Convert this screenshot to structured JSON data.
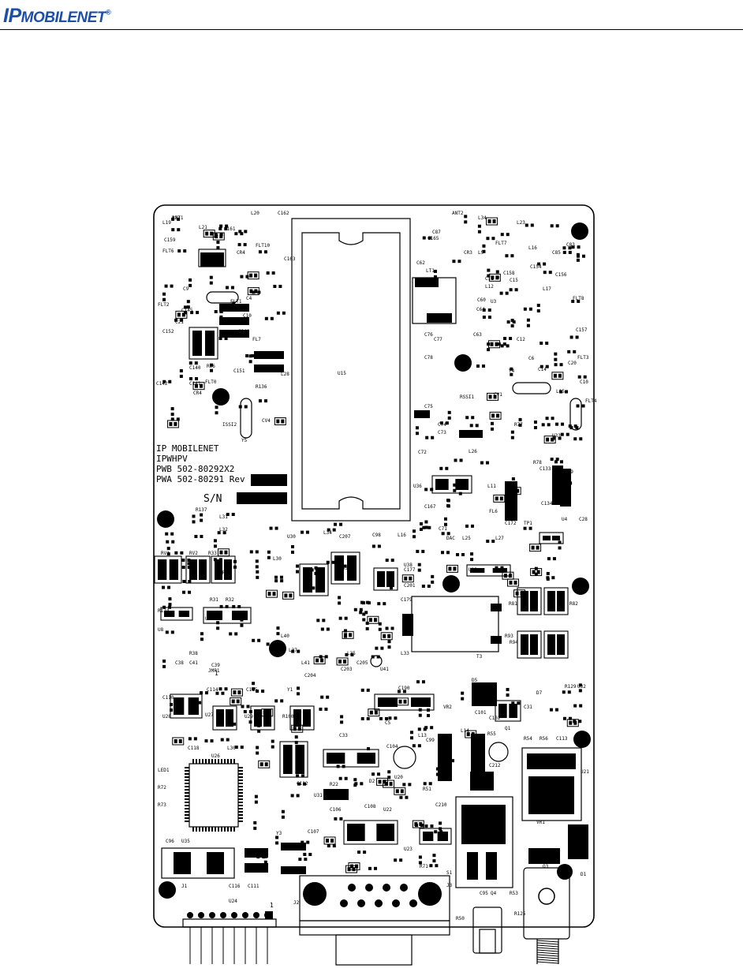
{
  "header": {
    "logo_prefix": "IP",
    "logo_text": "MOBILENET",
    "logo_trademark": "®"
  },
  "board": {
    "silkscreen": {
      "company": "IP MOBILENET",
      "model": "IPWHPV",
      "pwb": "PWB 502-80292X2",
      "pwa": "PWA 502-80291 Rev",
      "sn": "S/N"
    },
    "labels": [
      {
        "t": "ANT1"
      },
      {
        "t": "L19"
      },
      {
        "t": "L20"
      },
      {
        "t": "C162"
      },
      {
        "t": "ANT2"
      },
      {
        "t": "L34"
      },
      {
        "t": "L23"
      },
      {
        "t": "C159"
      },
      {
        "t": "L21"
      },
      {
        "t": "C161"
      },
      {
        "t": "FLT6"
      },
      {
        "t": "CR4"
      },
      {
        "t": "FLT10"
      },
      {
        "t": "C163"
      },
      {
        "t": "C87"
      },
      {
        "t": "C165"
      },
      {
        "t": "FLT7"
      },
      {
        "t": "C83"
      },
      {
        "t": "C85"
      },
      {
        "t": "L16"
      },
      {
        "t": "C154"
      },
      {
        "t": "C62"
      },
      {
        "t": "CR3"
      },
      {
        "t": "L9"
      },
      {
        "t": "FLT2"
      },
      {
        "t": "C9"
      },
      {
        "t": "C4"
      },
      {
        "t": "FLT1"
      },
      {
        "t": "C10"
      },
      {
        "t": "L1"
      },
      {
        "t": "U34"
      },
      {
        "t": "C145"
      },
      {
        "t": "C21"
      },
      {
        "t": "C152"
      },
      {
        "t": "C149"
      },
      {
        "t": "FL7"
      },
      {
        "t": "C140"
      },
      {
        "t": "R66"
      },
      {
        "t": "C141"
      },
      {
        "t": "C142"
      },
      {
        "t": "C151"
      },
      {
        "t": "R136"
      },
      {
        "t": "L28"
      },
      {
        "t": "FLT0"
      },
      {
        "t": "CR4"
      },
      {
        "t": "ISSI2"
      },
      {
        "t": "Y5"
      },
      {
        "t": "CV4"
      },
      {
        "t": "U15"
      },
      {
        "t": "LT1"
      },
      {
        "t": "C11"
      },
      {
        "t": "L12"
      },
      {
        "t": "C158"
      },
      {
        "t": "C15"
      },
      {
        "t": "C60"
      },
      {
        "t": "U3"
      },
      {
        "t": "C64"
      },
      {
        "t": "C63"
      },
      {
        "t": "C76"
      },
      {
        "t": "C77"
      },
      {
        "t": "C78"
      },
      {
        "t": "C156"
      },
      {
        "t": "FLT8"
      },
      {
        "t": "L17"
      },
      {
        "t": "C157"
      },
      {
        "t": "C12"
      },
      {
        "t": "C6"
      },
      {
        "t": "C20"
      },
      {
        "t": "FLT3"
      },
      {
        "t": "Y4"
      },
      {
        "t": "C14"
      },
      {
        "t": "C10"
      },
      {
        "t": "L15"
      },
      {
        "t": "FLT4"
      },
      {
        "t": "RSSI1"
      },
      {
        "t": "CV1"
      },
      {
        "t": "C75"
      },
      {
        "t": "C74"
      },
      {
        "t": "C73"
      },
      {
        "t": "C72"
      },
      {
        "t": "L26"
      },
      {
        "t": "R77"
      },
      {
        "t": "U33"
      },
      {
        "t": "R78"
      },
      {
        "t": "C133"
      },
      {
        "t": "FL9"
      },
      {
        "t": "U36"
      },
      {
        "t": "L11"
      },
      {
        "t": "FL6"
      },
      {
        "t": "C167"
      },
      {
        "t": "C134"
      },
      {
        "t": "R137"
      },
      {
        "t": "L31"
      },
      {
        "t": "L32"
      },
      {
        "t": "L34"
      },
      {
        "t": "C207"
      },
      {
        "t": "U30"
      },
      {
        "t": "L30"
      },
      {
        "t": "L16"
      },
      {
        "t": "C98"
      },
      {
        "t": "C71"
      },
      {
        "t": "C172"
      },
      {
        "t": "TP1"
      },
      {
        "t": "U4"
      },
      {
        "t": "C28"
      },
      {
        "t": "RV1"
      },
      {
        "t": "RV2"
      },
      {
        "t": "R33"
      },
      {
        "t": "CR6"
      },
      {
        "t": "L35"
      },
      {
        "t": "U38"
      },
      {
        "t": "C177"
      },
      {
        "t": "C201"
      },
      {
        "t": "DAC"
      },
      {
        "t": "L25"
      },
      {
        "t": "L27"
      },
      {
        "t": "U19"
      },
      {
        "t": "R81"
      },
      {
        "t": "R82"
      },
      {
        "t": "R31"
      },
      {
        "t": "R32"
      },
      {
        "t": "U9"
      },
      {
        "t": "U8"
      },
      {
        "t": "C179"
      },
      {
        "t": "R93"
      },
      {
        "t": "R94"
      },
      {
        "t": "L40"
      },
      {
        "t": "L37"
      },
      {
        "t": "L41"
      },
      {
        "t": "L35"
      },
      {
        "t": "U41"
      },
      {
        "t": "C205"
      },
      {
        "t": "C204"
      },
      {
        "t": "C203"
      },
      {
        "t": "L33"
      },
      {
        "t": "T3"
      },
      {
        "t": "JMP1"
      },
      {
        "t": "C39"
      },
      {
        "t": "C110"
      },
      {
        "t": "C114"
      },
      {
        "t": "C115"
      },
      {
        "t": "Y1"
      },
      {
        "t": "C190"
      },
      {
        "t": "D5"
      },
      {
        "t": "D7"
      },
      {
        "t": "R129"
      },
      {
        "t": "U32"
      },
      {
        "t": "U28"
      },
      {
        "t": "U27"
      },
      {
        "t": "U29"
      },
      {
        "t": "R100"
      },
      {
        "t": "VR2"
      },
      {
        "t": "C101"
      },
      {
        "t": "C102"
      },
      {
        "t": "Q1"
      },
      {
        "t": "C31"
      },
      {
        "t": "C33"
      },
      {
        "t": "C5"
      },
      {
        "t": "L13"
      },
      {
        "t": "C104"
      },
      {
        "t": "C99"
      },
      {
        "t": "L14"
      },
      {
        "t": "R55"
      },
      {
        "t": "R54"
      },
      {
        "t": "R56"
      },
      {
        "t": "C113"
      },
      {
        "t": "C118"
      },
      {
        "t": "L30"
      },
      {
        "t": "U26"
      },
      {
        "t": "C212"
      },
      {
        "t": "VR1"
      },
      {
        "t": "U21"
      },
      {
        "t": "C112"
      },
      {
        "t": "U31"
      },
      {
        "t": "R22"
      },
      {
        "t": "D2"
      },
      {
        "t": "U20"
      },
      {
        "t": "C210"
      },
      {
        "t": "R51"
      },
      {
        "t": "C106"
      },
      {
        "t": "C108"
      },
      {
        "t": "U22"
      },
      {
        "t": "C107"
      },
      {
        "t": "C96"
      },
      {
        "t": "U35"
      },
      {
        "t": "Y3"
      },
      {
        "t": "U23"
      },
      {
        "t": "R71"
      },
      {
        "t": "S1"
      },
      {
        "t": "Q3"
      },
      {
        "t": "D1"
      },
      {
        "t": "J1"
      },
      {
        "t": "C116"
      },
      {
        "t": "C111"
      },
      {
        "t": "U24"
      },
      {
        "t": "J2"
      },
      {
        "t": "J3"
      },
      {
        "t": "C95"
      },
      {
        "t": "Q4"
      },
      {
        "t": "R53"
      },
      {
        "t": "R50"
      },
      {
        "t": "R125"
      },
      {
        "t": "LED1"
      },
      {
        "t": "R72"
      },
      {
        "t": "R73"
      },
      {
        "t": "R124"
      },
      {
        "t": "C38"
      },
      {
        "t": "C41"
      },
      {
        "t": "R38"
      },
      {
        "t": "R37"
      }
    ],
    "pin1": "1",
    "pin_labels": [
      "1",
      "1"
    ]
  },
  "colors": {
    "ink": "#000000",
    "paper": "#ffffff",
    "logo": "#1d4fa8"
  }
}
